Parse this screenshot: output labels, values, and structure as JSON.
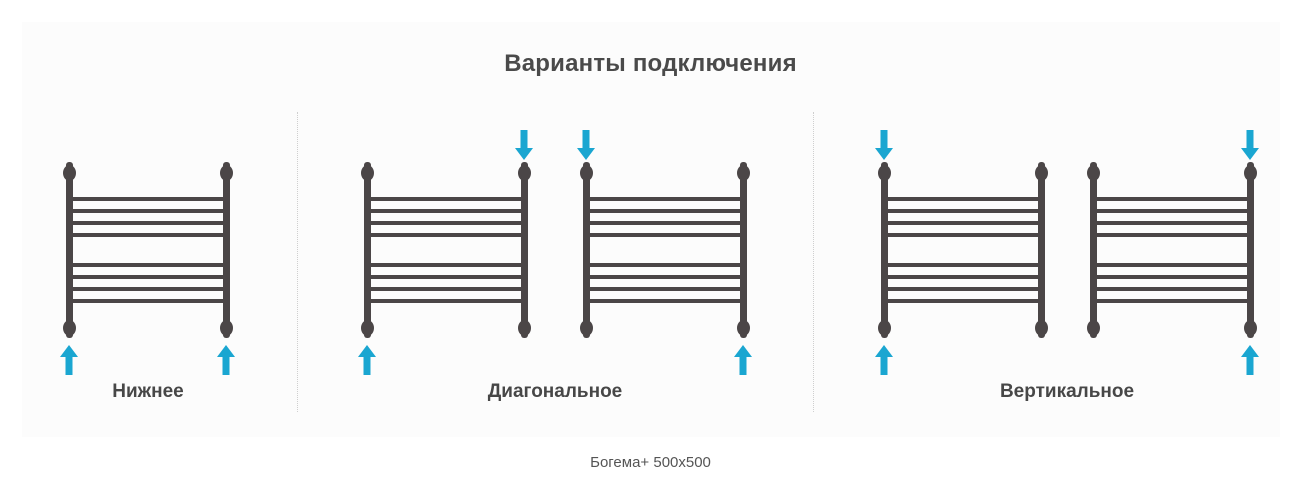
{
  "title": "Варианты подключения",
  "variants": [
    {
      "label": "Нижнее"
    },
    {
      "label": "Диагональное"
    },
    {
      "label": "Вертикальное"
    }
  ],
  "caption": "Богема+ 500x500",
  "colors": {
    "rail": "#4b4647",
    "arrow": "#1aa6d1",
    "text": "#474747"
  },
  "icons": [
    "towel-rail-icon",
    "arrow-up-icon",
    "arrow-down-icon"
  ]
}
